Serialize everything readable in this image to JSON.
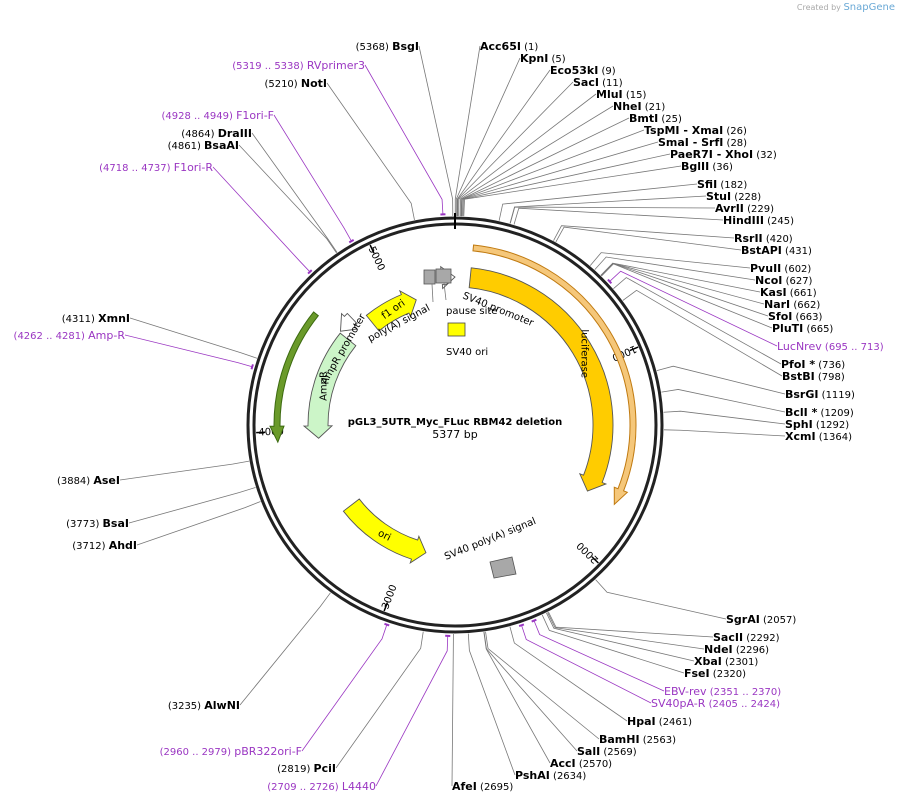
{
  "credit": {
    "prefix": "Created by",
    "brand": "SnapGene"
  },
  "plasmid": {
    "name": "pGL3_5UTR_Myc_FLuc RBM42 deletion",
    "length": 5377,
    "length_label": "5377 bp"
  },
  "ticks": [
    {
      "label": "1000",
      "bp": 1000
    },
    {
      "label": "2000",
      "bp": 2000
    },
    {
      "label": "3000",
      "bp": 3000
    },
    {
      "label": "4000",
      "bp": 4000
    },
    {
      "label": "5000",
      "bp": 5000
    }
  ],
  "features": [
    {
      "name": "luciferase",
      "start": 88,
      "end": 1740,
      "strand": 1,
      "ring": "inner",
      "color": "#FFCC00",
      "label": "luciferase"
    },
    {
      "name": "luciferase-outline",
      "start": 88,
      "end": 1740,
      "strand": 1,
      "ring": "outer",
      "color": "#F5C77A",
      "label": ""
    },
    {
      "name": "AmpR",
      "start": 3950,
      "end": 4610,
      "strand": -1,
      "ring": "inner",
      "color": "#CCF5C8",
      "label": "AmpR"
    },
    {
      "name": "AmpR-outline",
      "start": 3950,
      "end": 4610,
      "strand": -1,
      "ring": "outer",
      "color": "#6A9A2A",
      "label": ""
    },
    {
      "name": "ori",
      "start": 2880,
      "end": 3470,
      "strand": -1,
      "ring": "inner",
      "color": "#FFFF00",
      "label": "ori"
    },
    {
      "name": "f1 ori",
      "start": 4795,
      "end": 5120,
      "strand": 1,
      "ring": "inner",
      "color": "#FFFF00",
      "label": "f1 ori"
    },
    {
      "name": "SV40 promoter",
      "start": 5330,
      "end": 5377,
      "strand": 1,
      "ring": "inner",
      "color": "#FFFFFF",
      "label": "SV40 promoter"
    },
    {
      "name": "AmpR promoter",
      "start": 4620,
      "end": 4720,
      "strand": -1,
      "ring": "inner",
      "color": "#FFFFFF",
      "label": "AmpR promoter"
    }
  ],
  "small_features": [
    {
      "name": "pause site",
      "label": "pause site",
      "color": "#A8A8A8"
    },
    {
      "name": "poly(A) signal",
      "label": "poly(A) signal",
      "color": "#A8A8A8"
    },
    {
      "name": "SV40 ori",
      "label": "SV40 ori",
      "color": "#FFFF00"
    },
    {
      "name": "SV40 poly(A) signal",
      "label": "SV40 poly(A) signal",
      "color": "#A8A8A8"
    }
  ],
  "sites": [
    {
      "name": "BsgI",
      "pos": "(5368)",
      "bp": 5368,
      "type": "enzyme"
    },
    {
      "name": "RVprimer3",
      "pos": "(5319 .. 5338)",
      "bp": 5328,
      "type": "primer"
    },
    {
      "name": "NotI",
      "pos": "(5210)",
      "bp": 5210,
      "type": "enzyme"
    },
    {
      "name": "F1ori-F",
      "pos": "(4928 .. 4949)",
      "bp": 4938,
      "type": "primer"
    },
    {
      "name": "DraIII",
      "pos": "(4864)",
      "bp": 4864,
      "type": "enzyme"
    },
    {
      "name": "BsaAI",
      "pos": "(4861)",
      "bp": 4861,
      "type": "enzyme"
    },
    {
      "name": "F1ori-R",
      "pos": "(4718 .. 4737)",
      "bp": 4728,
      "type": "primer"
    },
    {
      "name": "XmnI",
      "pos": "(4311)",
      "bp": 4311,
      "type": "enzyme"
    },
    {
      "name": "Amp-R",
      "pos": "(4262 .. 4281)",
      "bp": 4272,
      "type": "primer"
    },
    {
      "name": "AseI",
      "pos": "(3884)",
      "bp": 3884,
      "type": "enzyme"
    },
    {
      "name": "BsaI",
      "pos": "(3773)",
      "bp": 3773,
      "type": "enzyme"
    },
    {
      "name": "AhdI",
      "pos": "(3712)",
      "bp": 3712,
      "type": "enzyme"
    },
    {
      "name": "AlwNI",
      "pos": "(3235)",
      "bp": 3235,
      "type": "enzyme"
    },
    {
      "name": "pBR322ori-F",
      "pos": "(2960 .. 2979)",
      "bp": 2970,
      "type": "primer"
    },
    {
      "name": "PciI",
      "pos": "(2819)",
      "bp": 2819,
      "type": "enzyme"
    },
    {
      "name": "L4440",
      "pos": "(2709 .. 2726)",
      "bp": 2718,
      "type": "primer"
    },
    {
      "name": "AfeI",
      "pos": "(2695)",
      "bp": 2695,
      "type": "enzyme"
    },
    {
      "name": "Acc65I",
      "pos": "(1)",
      "bp": 1,
      "type": "enzyme"
    },
    {
      "name": "KpnI",
      "pos": "(5)",
      "bp": 5,
      "type": "enzyme"
    },
    {
      "name": "Eco53kI",
      "pos": "(9)",
      "bp": 9,
      "type": "enzyme"
    },
    {
      "name": "SacI",
      "pos": "(11)",
      "bp": 11,
      "type": "enzyme"
    },
    {
      "name": "MluI",
      "pos": "(15)",
      "bp": 15,
      "type": "enzyme"
    },
    {
      "name": "NheI",
      "pos": "(21)",
      "bp": 21,
      "type": "enzyme"
    },
    {
      "name": "BmtI",
      "pos": "(25)",
      "bp": 25,
      "type": "enzyme"
    },
    {
      "name": "TspMI  - XmaI",
      "pos": "(26)",
      "bp": 26,
      "type": "enzyme"
    },
    {
      "name": "SmaI  - SrfI",
      "pos": "(28)",
      "bp": 28,
      "type": "enzyme"
    },
    {
      "name": "PaeR7I  - XhoI",
      "pos": "(32)",
      "bp": 32,
      "type": "enzyme"
    },
    {
      "name": "BglII",
      "pos": "(36)",
      "bp": 36,
      "type": "enzyme"
    },
    {
      "name": "SfiI",
      "pos": "(182)",
      "bp": 182,
      "type": "enzyme"
    },
    {
      "name": "StuI",
      "pos": "(228)",
      "bp": 228,
      "type": "enzyme"
    },
    {
      "name": "AvrII",
      "pos": "(229)",
      "bp": 229,
      "type": "enzyme"
    },
    {
      "name": "HindIII",
      "pos": "(245)",
      "bp": 245,
      "type": "enzyme"
    },
    {
      "name": "RsrII",
      "pos": "(420)",
      "bp": 420,
      "type": "enzyme"
    },
    {
      "name": "BstAPI",
      "pos": "(431)",
      "bp": 431,
      "type": "enzyme"
    },
    {
      "name": "PvuII",
      "pos": "(602)",
      "bp": 602,
      "type": "enzyme"
    },
    {
      "name": "NcoI",
      "pos": "(627)",
      "bp": 627,
      "type": "enzyme"
    },
    {
      "name": "KasI",
      "pos": "(661)",
      "bp": 661,
      "type": "enzyme"
    },
    {
      "name": "NarI",
      "pos": "(662)",
      "bp": 662,
      "type": "enzyme"
    },
    {
      "name": "SfoI",
      "pos": "(663)",
      "bp": 663,
      "type": "enzyme"
    },
    {
      "name": "PluTI",
      "pos": "(665)",
      "bp": 665,
      "type": "enzyme"
    },
    {
      "name": "LucNrev",
      "pos": "(695 .. 713)",
      "bp": 704,
      "type": "primer"
    },
    {
      "name": "PfoI *",
      "pos": "(736)",
      "bp": 736,
      "type": "enzyme"
    },
    {
      "name": "BstBI",
      "pos": "(798)",
      "bp": 798,
      "type": "enzyme"
    },
    {
      "name": "BsrGI",
      "pos": "(1119)",
      "bp": 1119,
      "type": "enzyme"
    },
    {
      "name": "BclI *",
      "pos": "(1209)",
      "bp": 1209,
      "type": "enzyme"
    },
    {
      "name": "SphI",
      "pos": "(1292)",
      "bp": 1292,
      "type": "enzyme"
    },
    {
      "name": "XcmI",
      "pos": "(1364)",
      "bp": 1364,
      "type": "enzyme"
    },
    {
      "name": "SgrAI",
      "pos": "(2057)",
      "bp": 2057,
      "type": "enzyme"
    },
    {
      "name": "SacII",
      "pos": "(2292)",
      "bp": 2292,
      "type": "enzyme"
    },
    {
      "name": "NdeI",
      "pos": "(2296)",
      "bp": 2296,
      "type": "enzyme"
    },
    {
      "name": "XbaI",
      "pos": "(2301)",
      "bp": 2301,
      "type": "enzyme"
    },
    {
      "name": "FseI",
      "pos": "(2320)",
      "bp": 2320,
      "type": "enzyme"
    },
    {
      "name": "EBV-rev",
      "pos": "(2351 .. 2370)",
      "bp": 2360,
      "type": "primer"
    },
    {
      "name": "SV40pA-R",
      "pos": "(2405 .. 2424)",
      "bp": 2414,
      "type": "primer"
    },
    {
      "name": "HpaI",
      "pos": "(2461)",
      "bp": 2461,
      "type": "enzyme"
    },
    {
      "name": "BamHI",
      "pos": "(2563)",
      "bp": 2563,
      "type": "enzyme"
    },
    {
      "name": "SalI",
      "pos": "(2569)",
      "bp": 2569,
      "type": "enzyme"
    },
    {
      "name": "AccI",
      "pos": "(2570)",
      "bp": 2570,
      "type": "enzyme"
    },
    {
      "name": "PshAI",
      "pos": "(2634)",
      "bp": 2634,
      "type": "enzyme"
    }
  ]
}
